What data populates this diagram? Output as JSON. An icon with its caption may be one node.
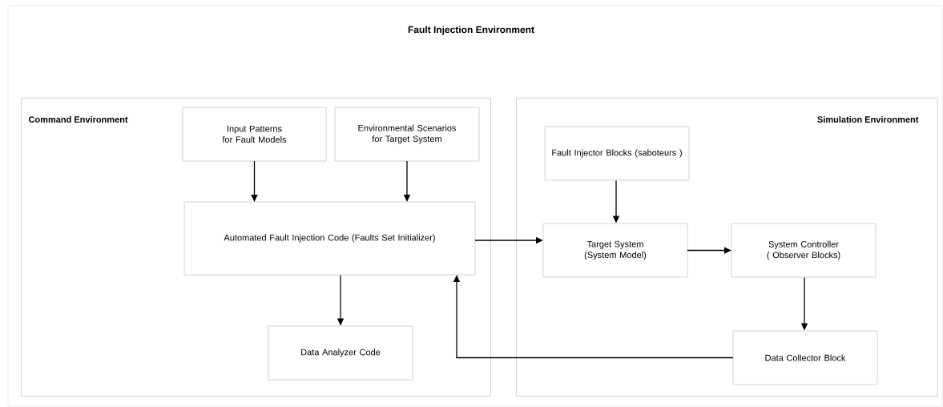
{
  "diagram": {
    "title": "Fault Injection Environment",
    "nodes": [
      {
        "text": [
          "Command Environment"
        ]
      },
      {
        "text": [
          "Input Patterns for Fault Models"
        ],
        "in": 0
      },
      {
        "text": [
          "Environmental Scenarios for Target System"
        ],
        "in": 0
      },
      {
        "text": [
          "Automated Fault Injection Code (Faults Set Initializer)"
        ],
        "in": 0
      },
      {
        "text": [
          "Data Analyzer Code"
        ],
        "in": 0
      },
      {
        "text": [
          "Simulation Environment"
        ]
      },
      {
        "text": [
          "Fault Injector Blocks (saboteurs )"
        ],
        "in": 5
      },
      {
        "text": [
          "Target System (System Model)"
        ],
        "in": 5
      },
      {
        "text": [
          "System Controller ( Observer Blocks)"
        ],
        "in": 5
      },
      {
        "text": [
          "Data Collector Block"
        ],
        "in": 5
      }
    ],
    "edges": [
      {
        "from": 1,
        "to": 3,
        "arrow": "to"
      },
      {
        "from": 2,
        "to": 3,
        "arrow": "to"
      },
      {
        "from": 3,
        "to": 4,
        "arrow": "to"
      },
      {
        "from": 3,
        "to": 7,
        "arrow": "to"
      },
      {
        "from": 6,
        "to": 7,
        "arrow": "to"
      },
      {
        "from": 7,
        "to": 8,
        "arrow": "to"
      },
      {
        "from": 8,
        "to": 9,
        "arrow": "to"
      },
      {
        "from": 9,
        "to": 3,
        "arrow": "to"
      }
    ]
  }
}
